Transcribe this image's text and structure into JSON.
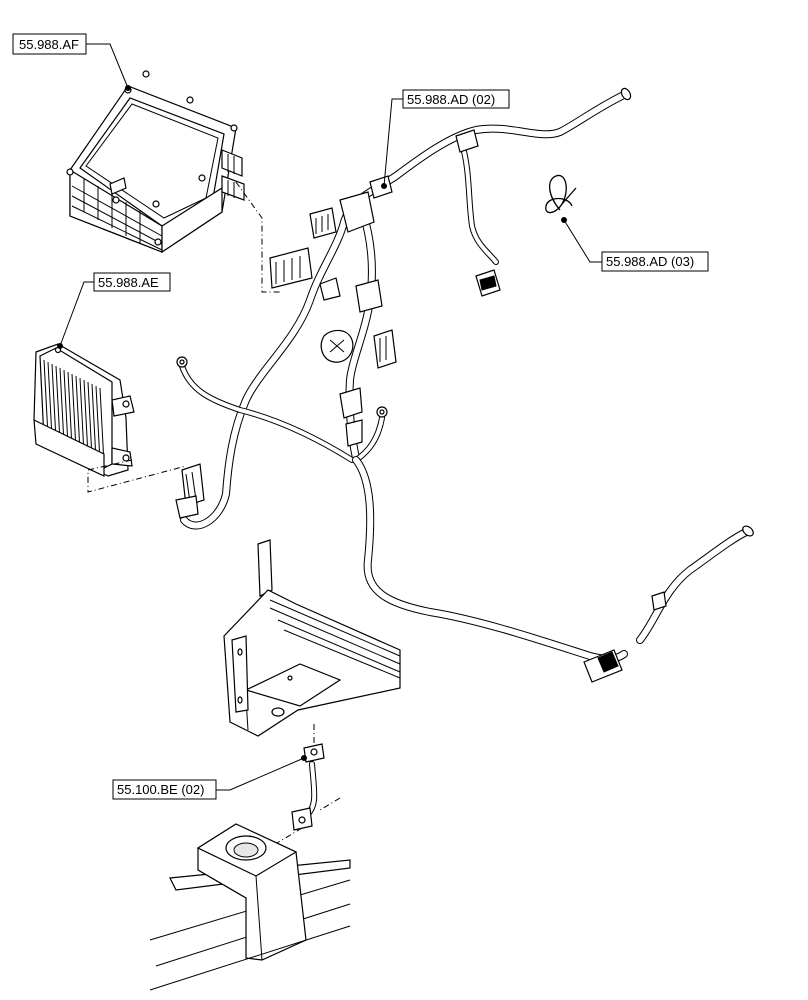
{
  "callouts": {
    "electronic_box": "55.988.AF",
    "controller": "55.988.AE",
    "harness_main": "55.988.AD (02)",
    "cable_tie": "55.988.AD (03)",
    "ground_strap": "55.100.BE (02)"
  }
}
